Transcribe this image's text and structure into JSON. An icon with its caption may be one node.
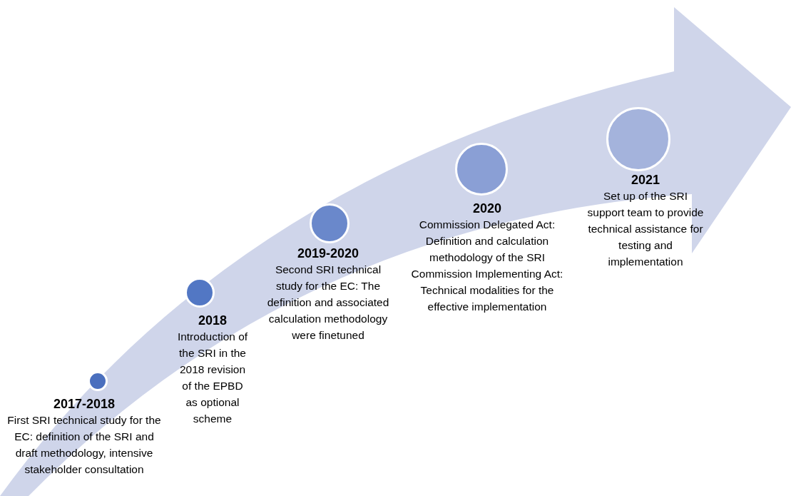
{
  "diagram": {
    "nodes": [
      {
        "text": [],
        "shape": "circle",
        "beside": [
          "2017-2018",
          "First SRI technical study for the EC: definition of the SRI and draft methodology, intensive stakeholder consultation"
        ]
      },
      {
        "text": [],
        "shape": "circle",
        "beside": [
          "2018",
          "Introduction of the SRI in the 2018 revision of the EPBD as optional scheme"
        ]
      },
      {
        "text": [],
        "shape": "circle",
        "beside": [
          "2019-2020",
          "Second SRI technical study for the EC: The definition and associated calculation methodology were finetuned"
        ]
      },
      {
        "text": [],
        "shape": "circle",
        "beside": [
          "2020",
          "Commission Delegated Act: Definition and calculation methodology of the SRI Commission Implementing Act: Technical modalities for the effective implementation"
        ]
      },
      {
        "text": [],
        "shape": "circle",
        "beside": [
          "2021",
          "Set up of the SRI support team to provide technical assistance for testing and implementation"
        ]
      }
    ]
  }
}
